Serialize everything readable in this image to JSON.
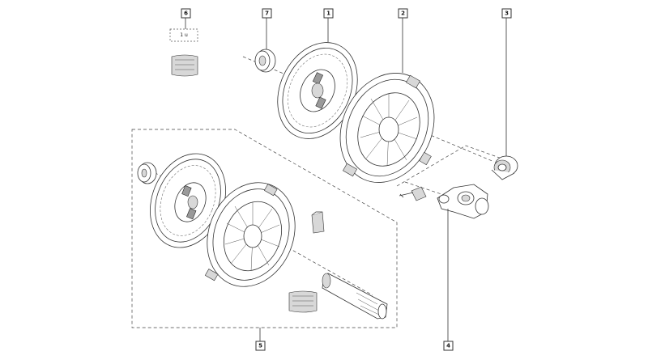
{
  "callouts": {
    "c1": "1",
    "c2": "2",
    "c3": "3",
    "c4": "4",
    "c5": "5",
    "c6": "6",
    "c7": "7"
  },
  "grease_label": "1 u",
  "colors": {
    "line": "#333333",
    "shade": "#d8d8d8",
    "dark": "#9a9a9a",
    "background": "#ffffff"
  }
}
